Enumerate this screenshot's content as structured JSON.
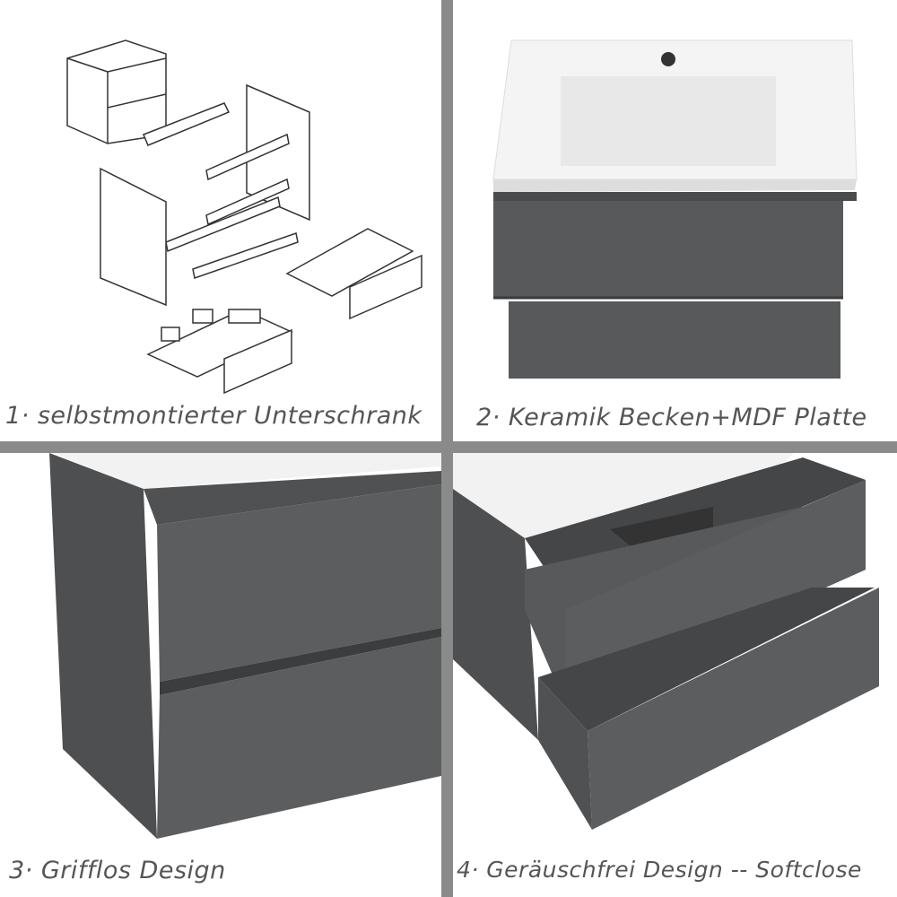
{
  "panels": [
    {
      "caption": "1· selbstmontierter Unterschrank",
      "image": "exploded-assembly-diagram"
    },
    {
      "caption": "2· Keramik Becken+MDF Platte",
      "image": "vanity-with-ceramic-basin"
    },
    {
      "caption": "3· Grifflos Design",
      "image": "handleless-drawer-closeup"
    },
    {
      "caption": "4· Geräuschfrei Design -- Softclose",
      "image": "open-softclose-drawers"
    }
  ],
  "colors": {
    "cabinet": "#58595b",
    "divider": "#8a8a8a",
    "caption": "#555555"
  }
}
